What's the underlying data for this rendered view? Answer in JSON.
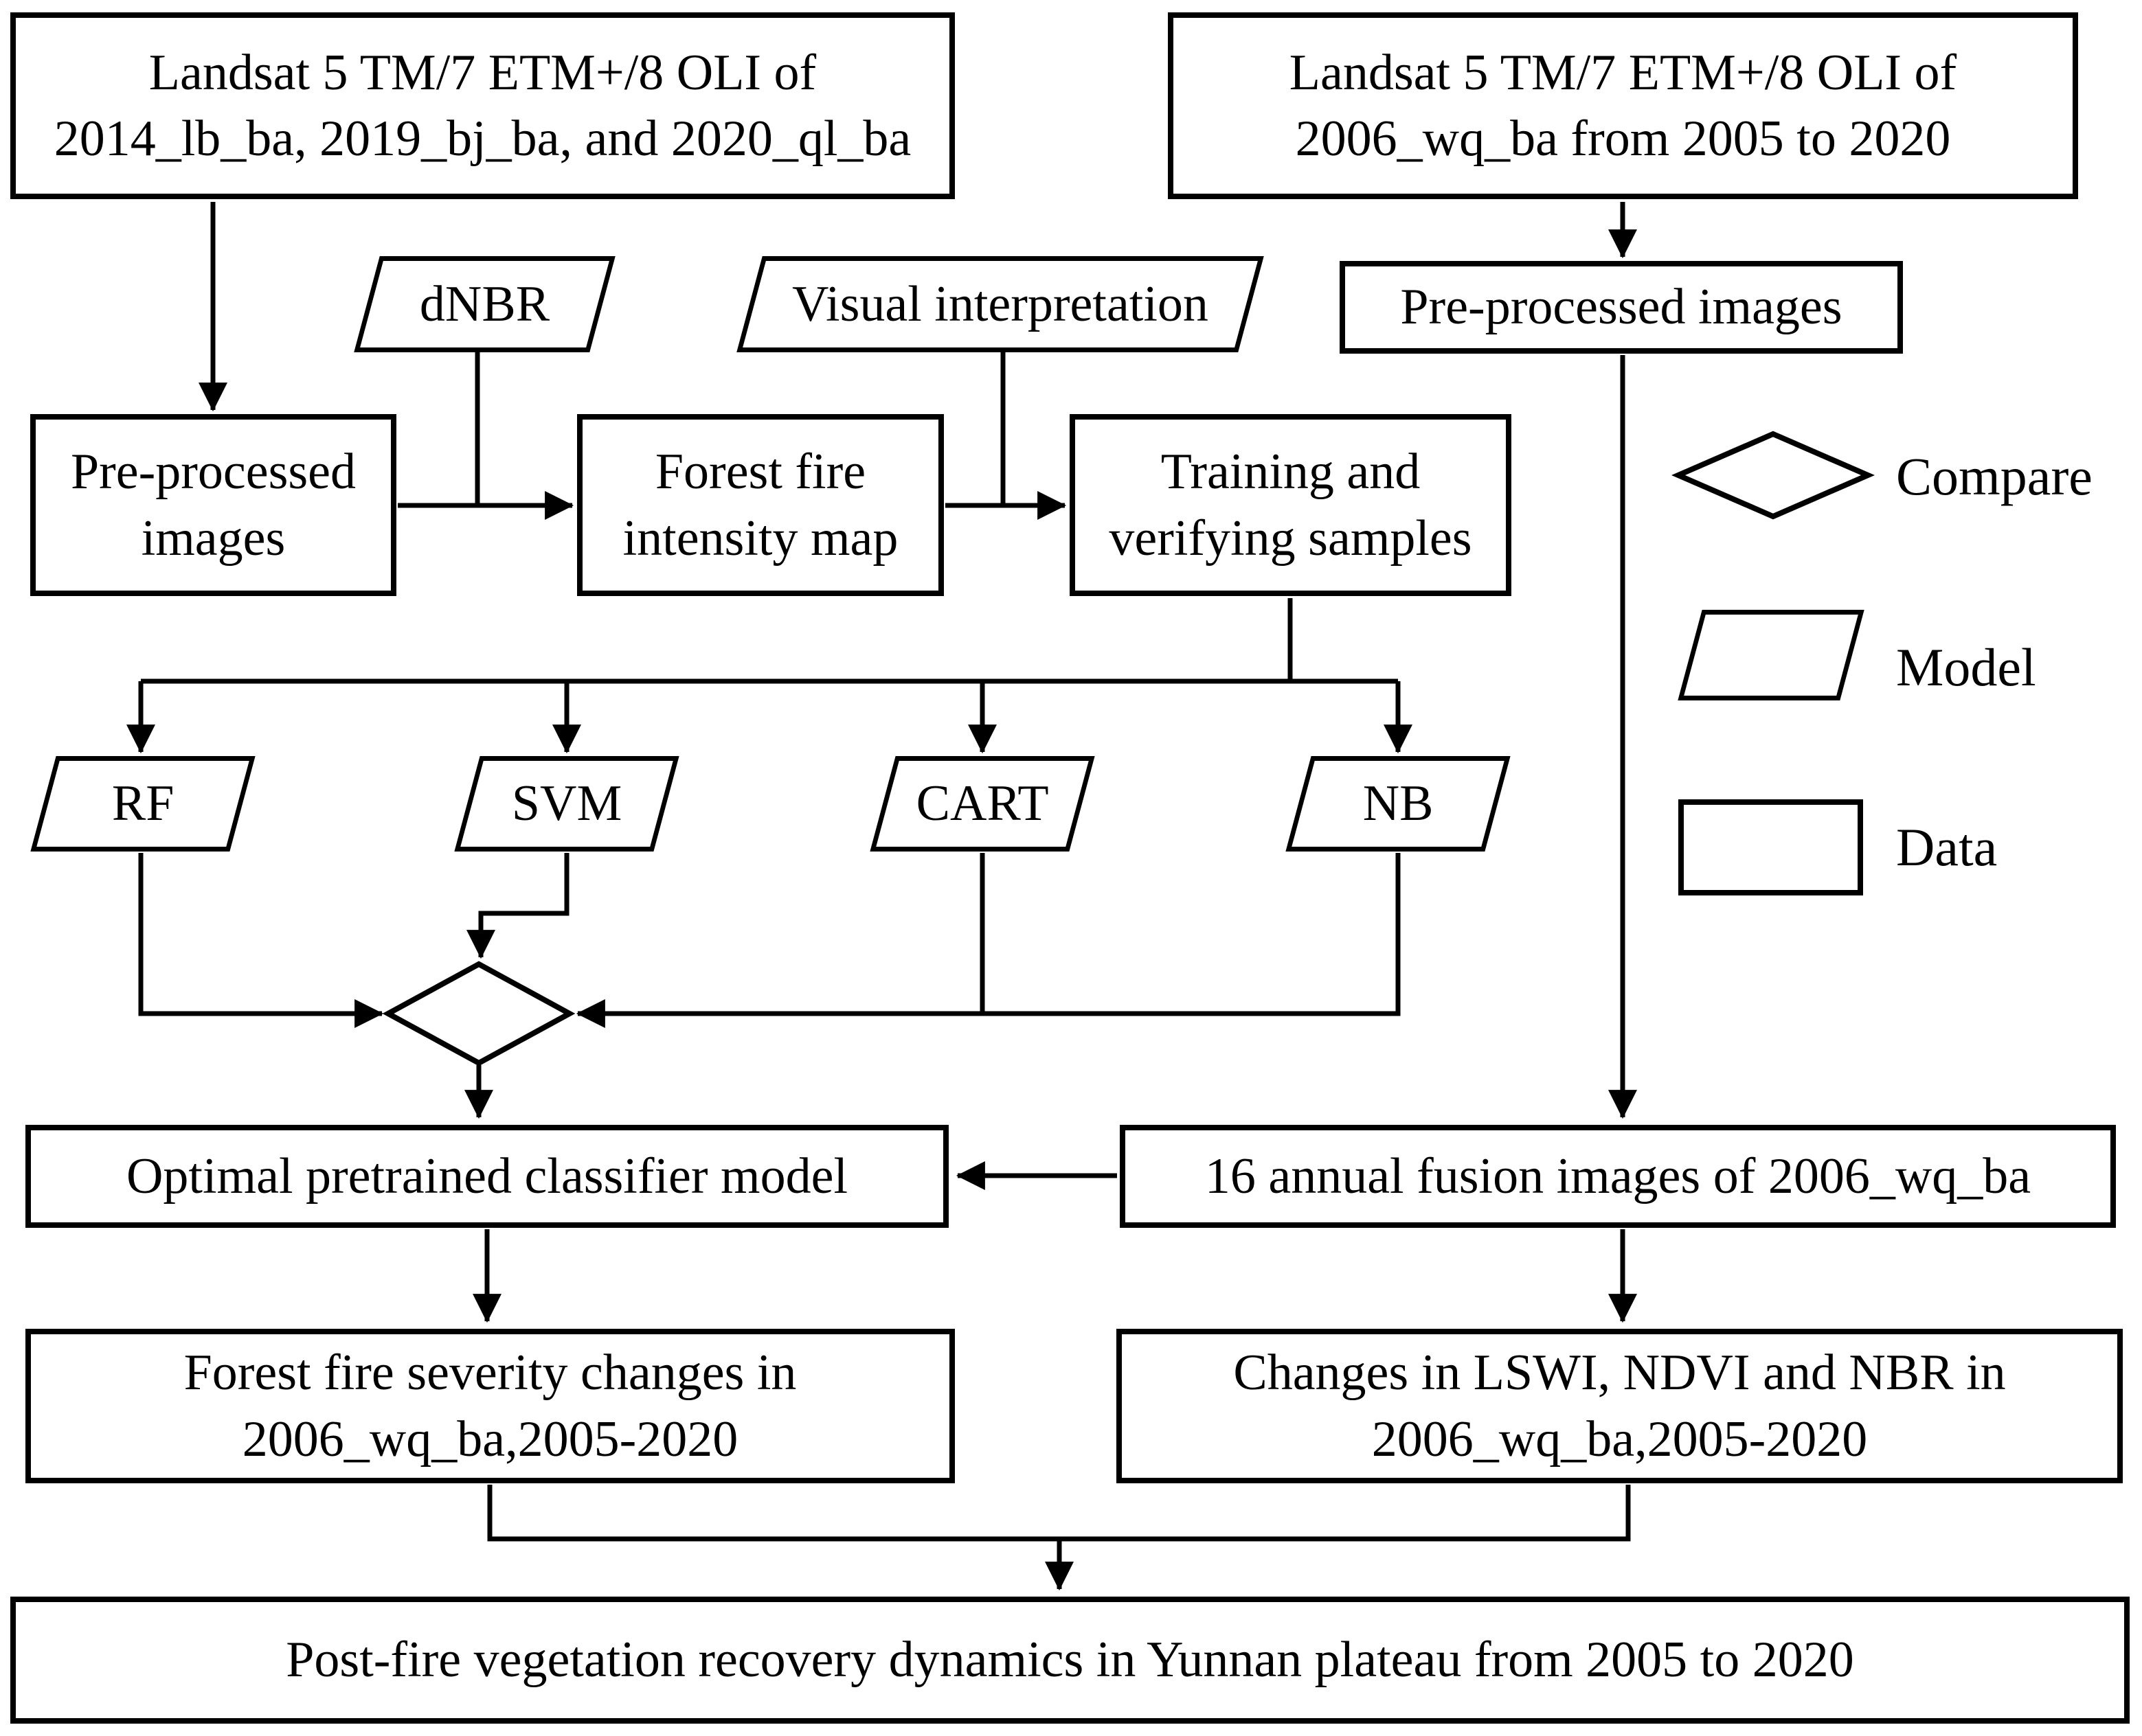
{
  "colors": {
    "background": "#ffffff",
    "stroke": "#000000",
    "text": "#000000"
  },
  "nodes": {
    "landsat_multi": {
      "shape": "rect",
      "category": "data",
      "label": "Landsat 5 TM/7 ETM+/8 OLI of 2014_lb_ba, 2019_bj_ba, and 2020_ql_ba",
      "lines": [
        "Landsat 5 TM/7 ETM+/8 OLI of",
        "2014_lb_ba, 2019_bj_ba, and 2020_ql_ba"
      ]
    },
    "landsat_wq": {
      "shape": "rect",
      "category": "data",
      "label": "Landsat 5 TM/7 ETM+/8 OLI of 2006_wq_ba from 2005 to 2020",
      "lines": [
        "Landsat 5 TM/7 ETM+/8 OLI of",
        "2006_wq_ba from 2005 to 2020"
      ]
    },
    "dnbr": {
      "shape": "parallelogram",
      "category": "model",
      "label": "dNBR",
      "lines": [
        "dNBR"
      ]
    },
    "visual_interpretation": {
      "shape": "parallelogram",
      "category": "model",
      "label": "Visual interpretation",
      "lines": [
        "Visual interpretation"
      ]
    },
    "preprocessed_wq": {
      "shape": "rect",
      "category": "data",
      "label": "Pre-processed images",
      "lines": [
        "Pre-processed images"
      ]
    },
    "preprocessed_multi": {
      "shape": "rect",
      "category": "data",
      "label": "Pre-processed images",
      "lines": [
        "Pre-processed",
        "images"
      ]
    },
    "fire_intensity_map": {
      "shape": "rect",
      "category": "data",
      "label": "Forest fire intensity map",
      "lines": [
        "Forest fire",
        "intensity map"
      ]
    },
    "training_samples": {
      "shape": "rect",
      "category": "data",
      "label": "Training and verifying samples",
      "lines": [
        "Training and",
        "verifying samples"
      ]
    },
    "rf": {
      "shape": "parallelogram",
      "category": "model",
      "label": "RF",
      "lines": [
        "RF"
      ]
    },
    "svm": {
      "shape": "parallelogram",
      "category": "model",
      "label": "SVM",
      "lines": [
        "SVM"
      ]
    },
    "cart": {
      "shape": "parallelogram",
      "category": "model",
      "label": "CART",
      "lines": [
        "CART"
      ]
    },
    "nb": {
      "shape": "parallelogram",
      "category": "model",
      "label": "NB",
      "lines": [
        "NB"
      ]
    },
    "compare_diamond": {
      "shape": "diamond",
      "category": "compare",
      "label": "",
      "lines": []
    },
    "optimal_model": {
      "shape": "rect",
      "category": "data",
      "label": "Optimal pretrained classifier model",
      "lines": [
        "Optimal pretrained classifier model"
      ]
    },
    "fusion_images": {
      "shape": "rect",
      "category": "data",
      "label": "16 annual fusion images of 2006_wq_ba",
      "lines": [
        "16 annual fusion images of 2006_wq_ba"
      ]
    },
    "severity_changes": {
      "shape": "rect",
      "category": "data",
      "label": "Forest fire severity changes in 2006_wq_ba,2005-2020",
      "lines": [
        "Forest fire severity changes in",
        "2006_wq_ba,2005-2020"
      ]
    },
    "index_changes": {
      "shape": "rect",
      "category": "data",
      "label": "Changes in LSWI, NDVI and NBR in 2006_wq_ba,2005-2020",
      "lines": [
        "Changes in LSWI, NDVI and NBR in",
        "2006_wq_ba,2005-2020"
      ]
    },
    "recovery_dynamics": {
      "shape": "rect",
      "category": "data",
      "label": "Post-fire vegetation recovery dynamics in  Yunnan plateau from 2005 to 2020",
      "lines": [
        "Post-fire vegetation recovery dynamics in  Yunnan plateau from 2005 to 2020"
      ]
    }
  },
  "legend": {
    "compare_label": "Compare",
    "model_label": "Model",
    "data_label": "Data"
  }
}
